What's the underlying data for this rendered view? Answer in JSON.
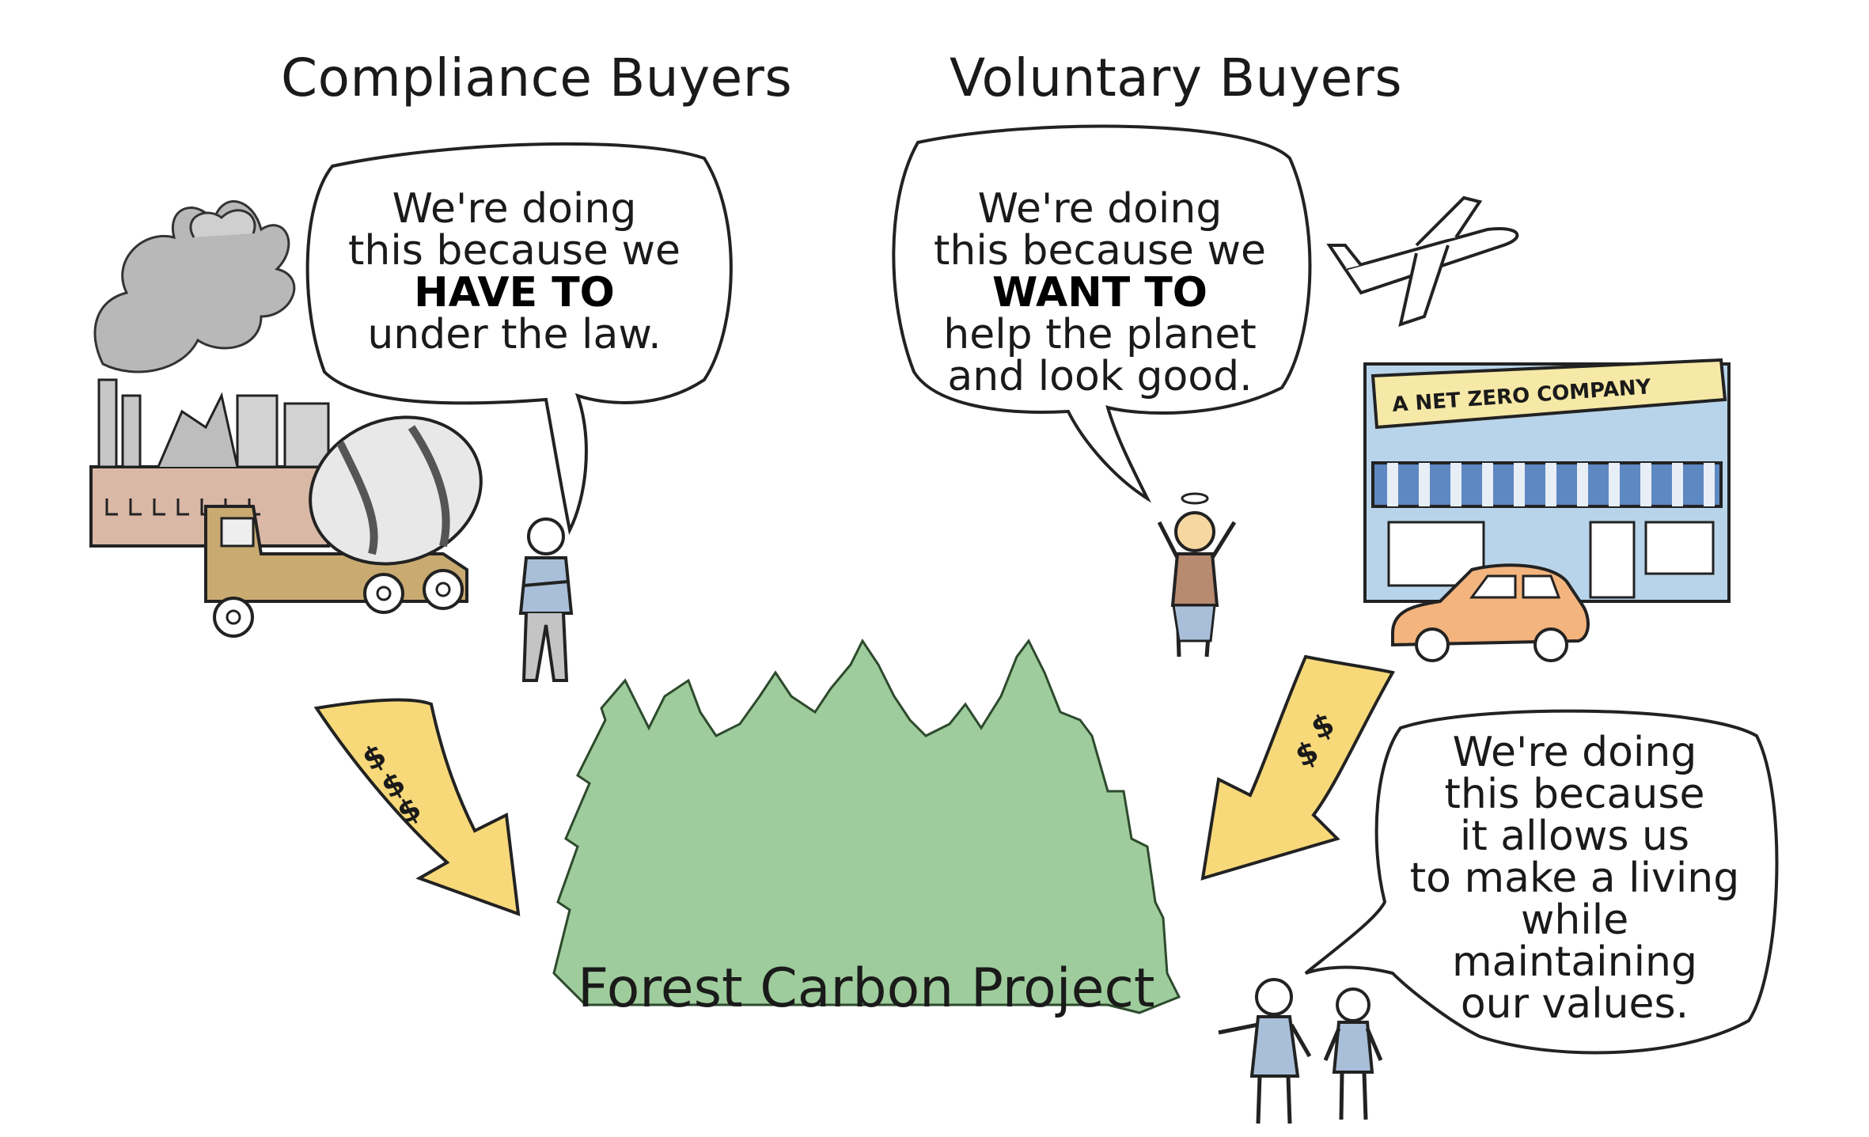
{
  "headings": {
    "compliance": "Compliance Buyers",
    "voluntary": "Voluntary Buyers"
  },
  "bubbles": {
    "compliance": {
      "line1": "We're doing",
      "line2": "this because we",
      "emphasis": "HAVE TO",
      "line4": "under the law."
    },
    "voluntary": {
      "line1": "We're doing",
      "line2": "this because we",
      "emphasis": "WANT TO",
      "line4": "help the planet",
      "line5": "and look good."
    },
    "landowners": {
      "lines": [
        "We're doing",
        "this because",
        "it allows us",
        "to make a living",
        "while",
        "maintaining",
        "our values."
      ]
    }
  },
  "store_banner": "A NET ZERO COMPANY",
  "arrow_symbols": "$",
  "project_label": "Forest Carbon Project",
  "colors": {
    "arrow_fill": "#f7d97a",
    "forest_fill": "#9fcc9c",
    "smoke": "#b8b8b8",
    "factory": "#d9b8a5",
    "truck": "#c9ab72",
    "store_wall": "#b8d4ea",
    "awning": "#5e88c2",
    "car": "#f3b47e",
    "banner": "#f6e8a6",
    "person_shirt": "#a9bfd9",
    "happy_shirt": "#b88a70"
  },
  "icons": [
    "factory-icon",
    "smoke-icon",
    "cement-truck-icon",
    "airplane-icon",
    "store-icon",
    "car-icon",
    "forest-icon",
    "halo-icon"
  ]
}
